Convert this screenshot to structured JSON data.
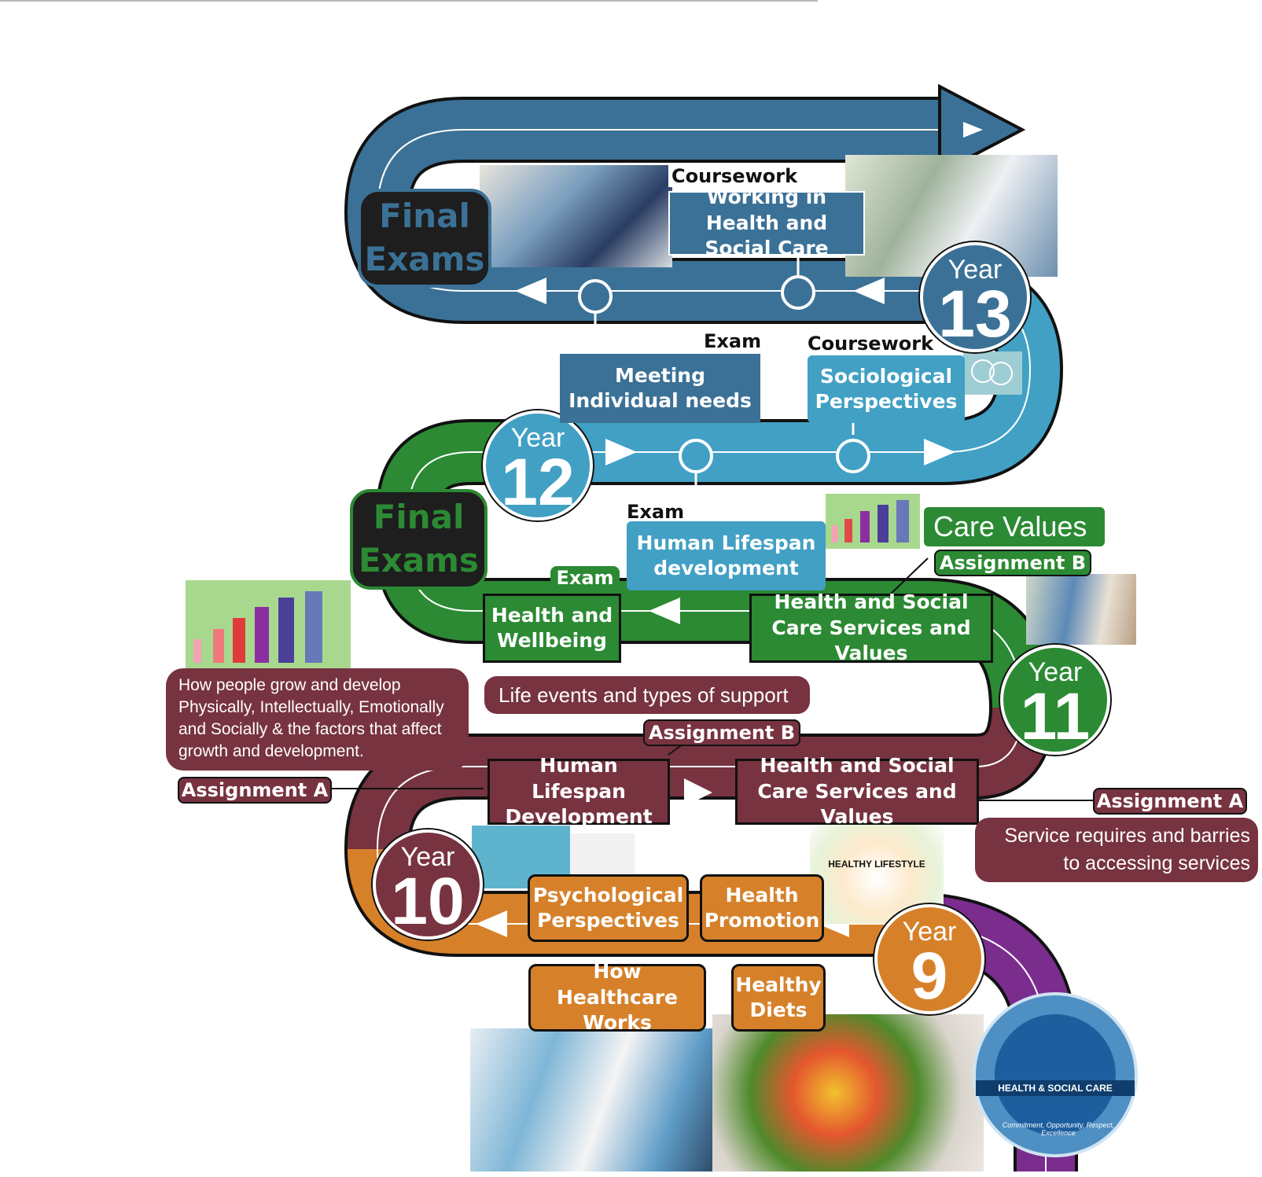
{
  "years": {
    "y9": {
      "word": "Year",
      "num": "9"
    },
    "y10": {
      "word": "Year",
      "num": "10"
    },
    "y11": {
      "word": "Year",
      "num": "11"
    },
    "y12": {
      "word": "Year",
      "num": "12"
    },
    "y13": {
      "word": "Year",
      "num": "13"
    }
  },
  "final_exams": {
    "top": {
      "line1": "Final",
      "line2": "Exams"
    },
    "mid": {
      "line1": "Final",
      "line2": "Exams"
    }
  },
  "year13": {
    "coursework_label": "Coursework",
    "working_box": "Working in Health and Social Care",
    "exam_label": "Exam",
    "meeting_box": "Meeting Individual needs",
    "coursework2_label": "Coursework",
    "sociological_box": "Sociological Perspectives"
  },
  "year12": {
    "exam_label": "Exam",
    "lifespan_box": "Human Lifespan development"
  },
  "year11": {
    "exam_tag": "Exam",
    "wellbeing_box": "Health and Wellbeing",
    "care_values": "Care Values",
    "assignment_b": "Assignment B",
    "services_box": "Health and Social Care Services and Values"
  },
  "year10": {
    "grow_note": "How people grow and develop Physically, Intellectually, Emotionally and Socially & the factors that affect growth and development.",
    "life_events": "Life events and types of support",
    "assignment_b": "Assignment B",
    "assignment_a_left": "Assignment A",
    "lifespan_box": "Human Lifespan Development",
    "services_box": "Health and Social Care Services and Values",
    "assignment_a_right": "Assignment A",
    "barriers_note": "Service requires and barries to accessing services"
  },
  "year9": {
    "psych_box": "Psychological Perspectives",
    "promotion_box": "Health Promotion",
    "healthcare_box": "How Healthcare Works",
    "diets_box": "Healthy Diets",
    "healthy_lifestyle": "HEALTHY LIFESTYLE"
  },
  "logo": {
    "title": "HEALTH & SOCIAL CARE",
    "motto": "Commitment, Opportunity, Respect, Excellence"
  },
  "colors": {
    "year13": "#3b7196",
    "year12": "#41a0c4",
    "year11": "#2b8a33",
    "year10": "#773340",
    "year9": "#d6812a",
    "purple": "#7b2d8e",
    "dark": "#1e1e1e"
  }
}
